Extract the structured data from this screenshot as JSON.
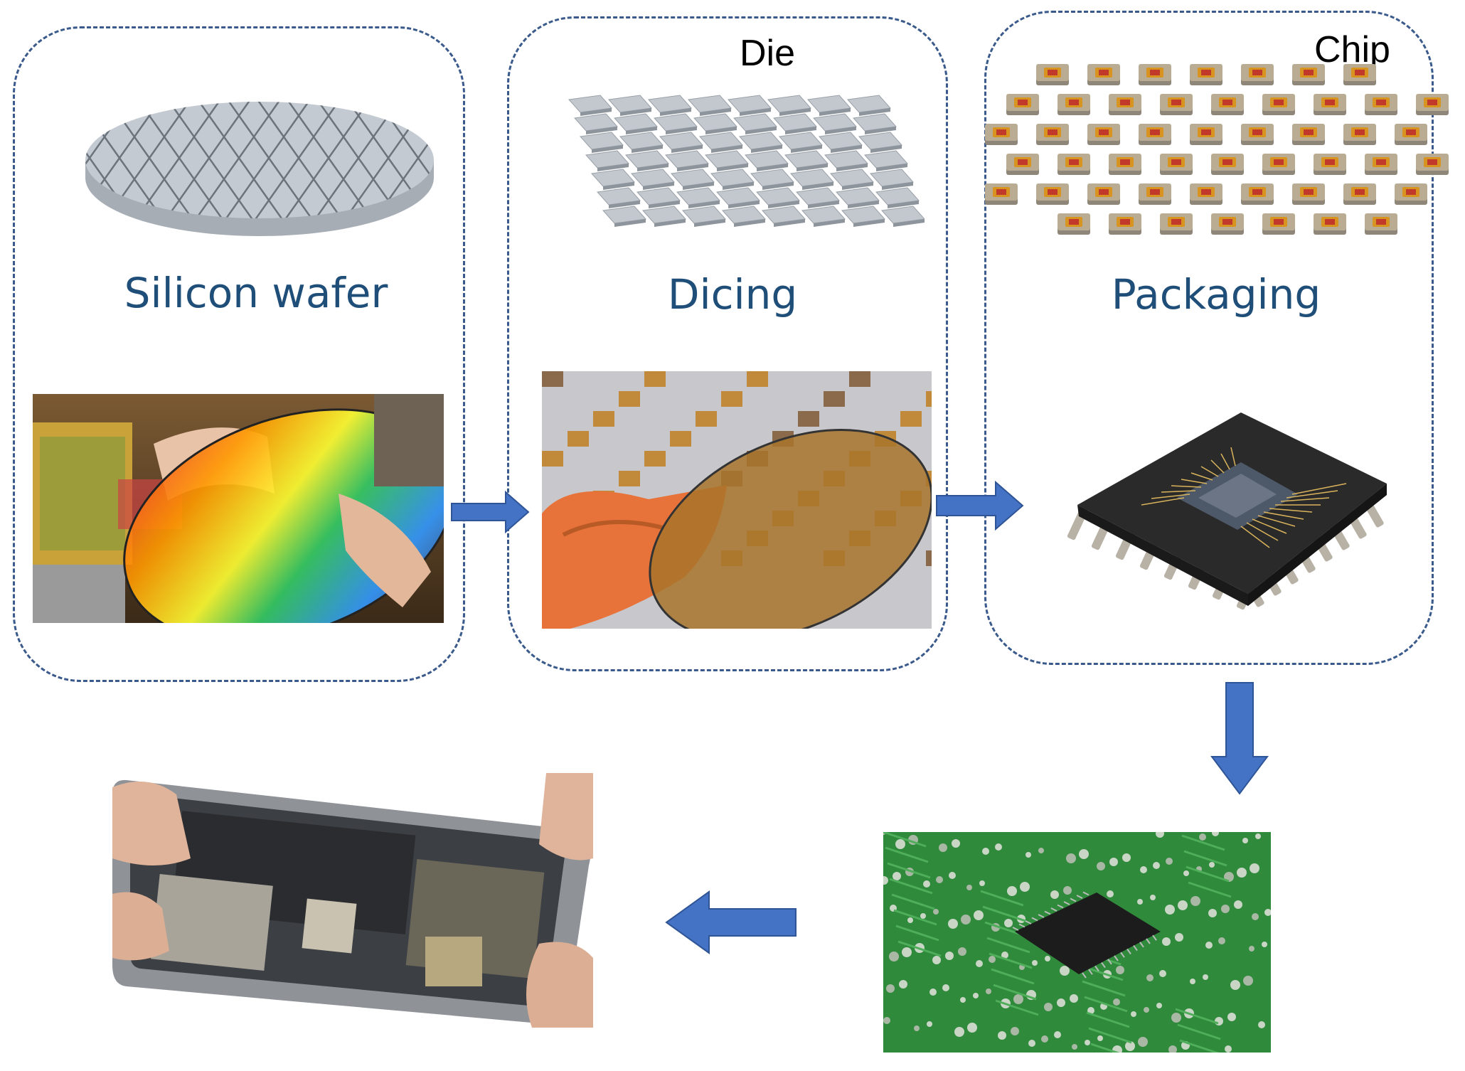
{
  "labels": {
    "silicon_wafer": "Silicon wafer",
    "dicing": "Dicing",
    "packaging": "Packaging",
    "die": "Die",
    "chip": "Chip"
  },
  "colors": {
    "box_border": "#3a5a8c",
    "label_text": "#1f4e79",
    "arrow_fill": "#4472c4",
    "arrow_stroke": "#2f5597"
  }
}
